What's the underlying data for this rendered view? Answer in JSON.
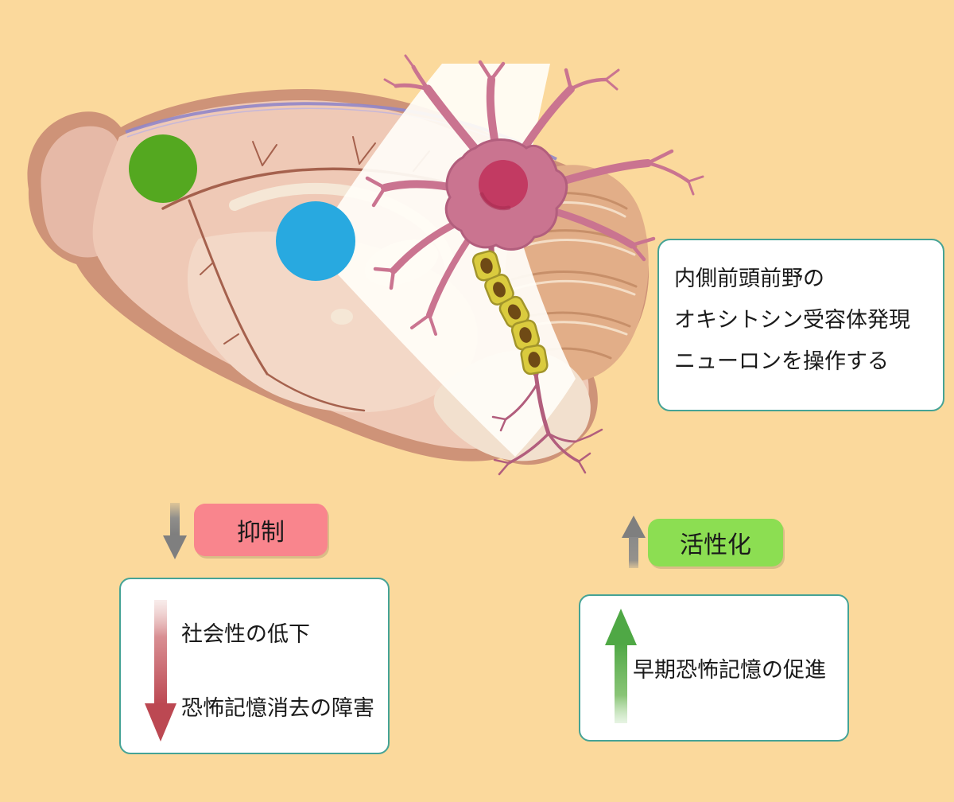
{
  "colors": {
    "bg": "#FBD99C",
    "box-border": "#45A396",
    "box-bg": "#FFFFFF",
    "text": "#1A1A1A",
    "inhib-label": "#F9858D",
    "activ-label": "#8CDE52",
    "gray-arrow": "#8A8A8A",
    "red-arrow": "#BC4852",
    "green-arrow": "#4FA845",
    "marker-green": "#54A820",
    "marker-blue": "#28A9E0",
    "beam": "#FFFDF8",
    "brain-outer": "#CE9378",
    "brain-cortex": "#EFC9B6",
    "brain-inner-light": "#F3D8C7",
    "brain-bulb": "#E6B9A7",
    "brain-vessel": "#A5614D",
    "brain-beige": "#F5E7D6",
    "cerebellum": "#E2AE88",
    "cerebellum-fold": "#C78F69",
    "cerebellum-light": "#F6E3CD",
    "brainstem": "#F2E0CE",
    "purple-line": "#9186C8",
    "neuron-body": "#CA7490",
    "neuron-outline": "#B25E7D",
    "neuron-nucleus": "#C23A62",
    "myelin": "#DACB3E",
    "myelin-edge": "#A2952B",
    "myelin-core": "#6F4A15"
  },
  "figure": {
    "info_box": {
      "line1": "内側前頭前野の",
      "line2": "オキシトシン受容体発現",
      "line3": "ニューロンを操作する"
    },
    "inhibition": {
      "label": "抑制",
      "effect_line1": "社会性の低下",
      "effect_line2": "恐怖記憶消去の障害"
    },
    "activation": {
      "label": "活性化",
      "effect_line1": "早期恐怖記憶の促進"
    },
    "icons": {
      "brain": "mouse-brain-sagittal-illustration",
      "neuron": "oxytocin-receptor-neuron-illustration",
      "green_marker": "green-region-dot",
      "blue_marker": "blue-region-dot",
      "beam": "highlight-beam",
      "gray_down": "down-arrow-icon",
      "gray_up": "up-arrow-icon",
      "red_down": "decrease-arrow-icon",
      "green_up": "increase-arrow-icon"
    }
  }
}
